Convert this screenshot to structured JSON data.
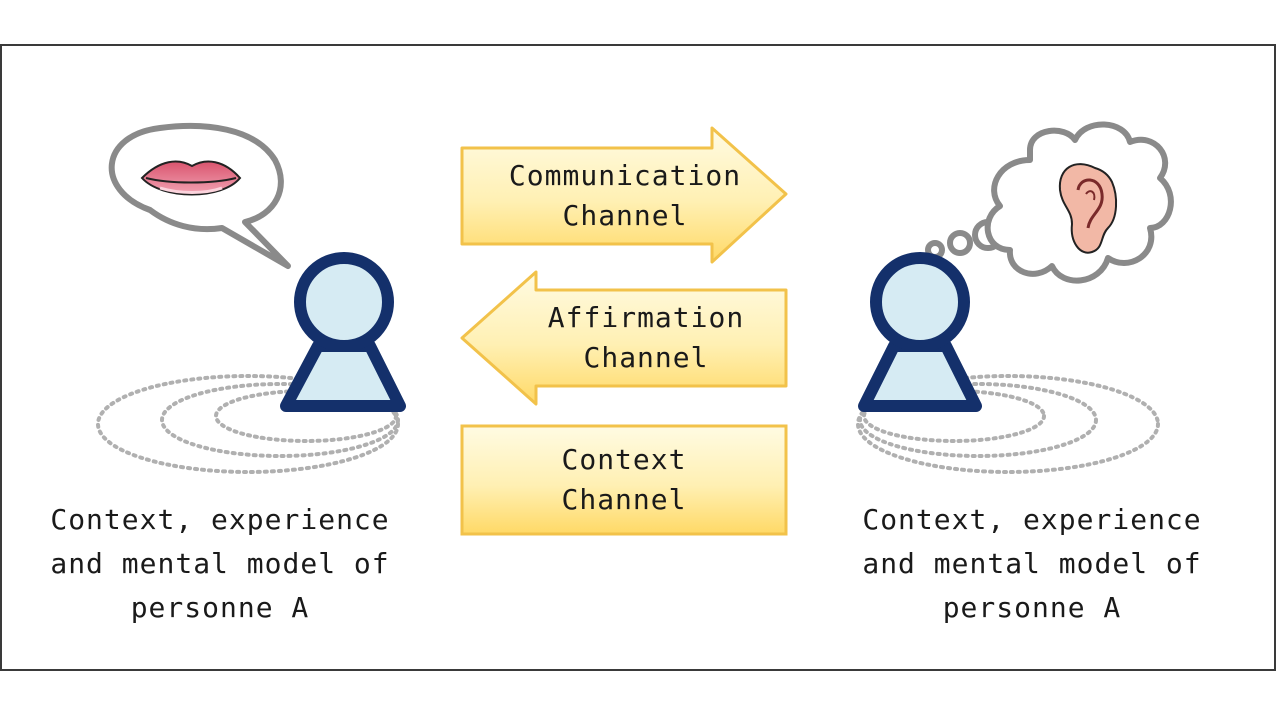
{
  "channels": {
    "communication": {
      "line1": "Communication",
      "line2": "Channel"
    },
    "affirmation": {
      "line1": "Affirmation",
      "line2": "Channel"
    },
    "context": {
      "line1": "Context",
      "line2": "Channel"
    }
  },
  "person_left": {
    "caption_line1": "Context, experience",
    "caption_line2": "and mental model of",
    "caption_line3": "personne A",
    "bubble_icon": "lips-icon"
  },
  "person_right": {
    "caption_line1": "Context, experience",
    "caption_line2": "and mental model of",
    "caption_line3": "personne A",
    "bubble_icon": "ear-icon"
  },
  "colors": {
    "person_stroke": "#14306b",
    "person_fill": "#d6ebf3",
    "arrow_fill_top": "#fffbe0",
    "arrow_fill_bottom": "#ffd966",
    "arrow_stroke": "#f2c24a",
    "bubble_stroke": "#8a8a8a",
    "dots": "#b0b0b0"
  }
}
